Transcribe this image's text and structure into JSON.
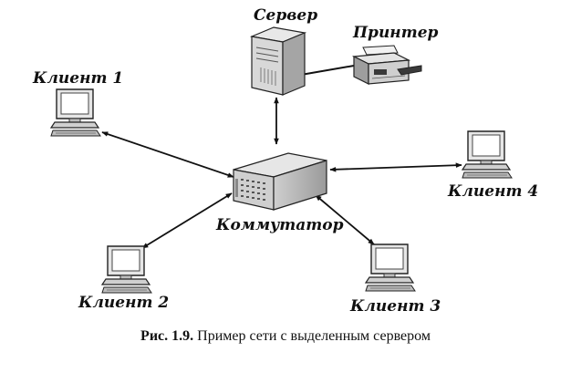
{
  "nodes": {
    "server": "Сервер",
    "printer": "Принтер",
    "switch": "Коммутатор",
    "client1": "Клиент 1",
    "client2": "Клиент 2",
    "client3": "Клиент 3",
    "client4": "Клиент 4"
  },
  "caption": {
    "prefix": "Рис. 1.9.",
    "text": "Пример сети с выделенным сервером"
  }
}
